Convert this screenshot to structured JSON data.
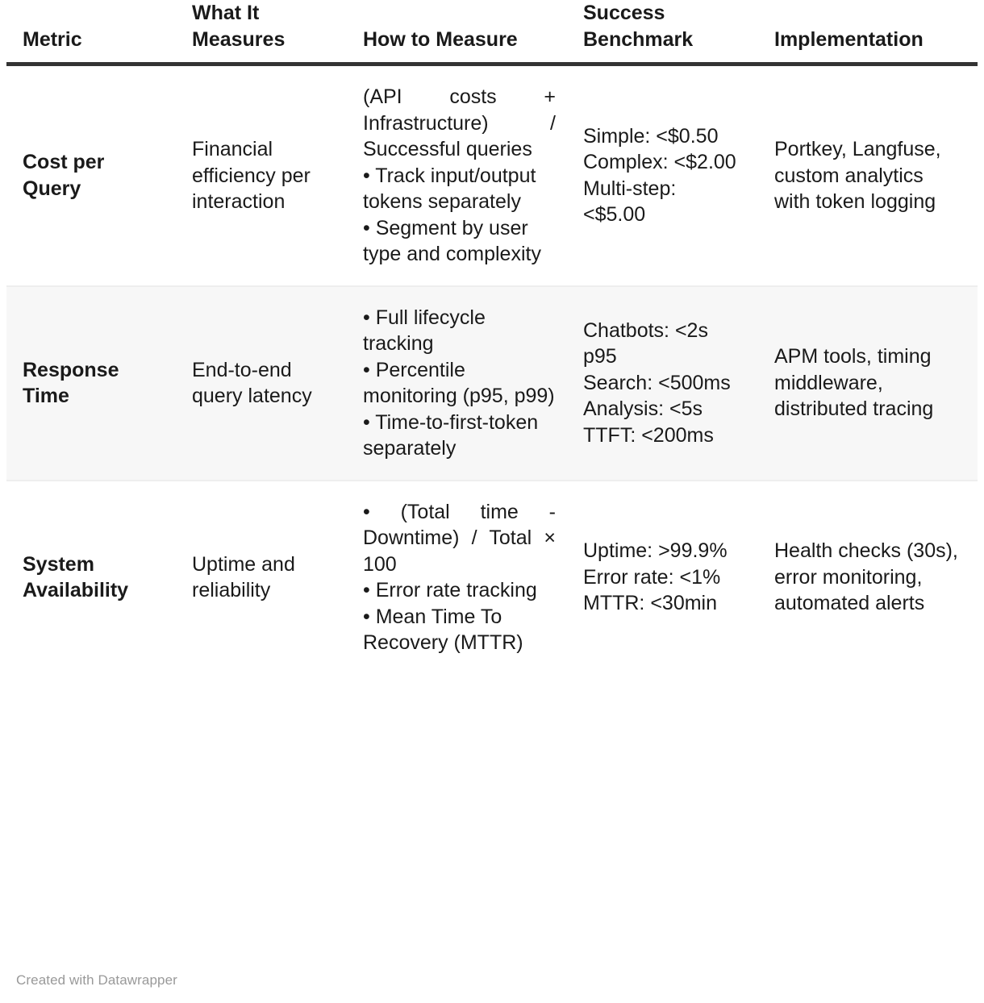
{
  "table": {
    "columns": [
      "Metric",
      "What It Measures",
      "How to Measure",
      "Success Benchmark",
      "Implementation"
    ],
    "rows": [
      {
        "metric": "Cost per Query",
        "measures": "Financial efficiency per interaction",
        "how_lead": "(API costs + Infrastructure) / Successful queries",
        "how_bullets": [
          "• Track input/output tokens separately",
          "• Segment by user type and complexity"
        ],
        "benchmark_lines": [
          "Simple: <$0.50",
          "Complex: <$2.00",
          "Multi-step: <$5.00"
        ],
        "implementation": "Portkey, Langfuse, custom analytics with token logging",
        "striped": false
      },
      {
        "metric": "Response Time",
        "measures": "End-to-end query latency",
        "how_lead": "",
        "how_bullets": [
          "• Full lifecycle tracking",
          "• Percentile monitoring (p95, p99)",
          "• Time-to-first-token separately"
        ],
        "benchmark_lines": [
          "Chatbots: <2s p95",
          "Search: <500ms",
          "Analysis: <5s",
          "TTFT: <200ms"
        ],
        "implementation": "APM tools, timing middleware, distributed tracing",
        "striped": true
      },
      {
        "metric": "System Availability",
        "measures": "Uptime and reliability",
        "how_lead": "• (Total time - Downtime) / Total × 100",
        "how_bullets": [
          "• Error rate tracking",
          "• Mean Time To Recovery (MTTR)"
        ],
        "benchmark_lines": [
          "Uptime: >99.9%",
          "Error rate: <1%",
          "MTTR: <30min"
        ],
        "implementation": "Health checks (30s), error monitoring, automated alerts",
        "striped": false
      }
    ]
  },
  "footer": {
    "credit": "Created with Datawrapper"
  },
  "colors": {
    "text": "#1a1a1a",
    "header_rule": "#333333",
    "row_rule": "#eeeeee",
    "stripe_bg": "#f7f7f7",
    "footer_text": "#999999",
    "page_bg": "#ffffff"
  }
}
